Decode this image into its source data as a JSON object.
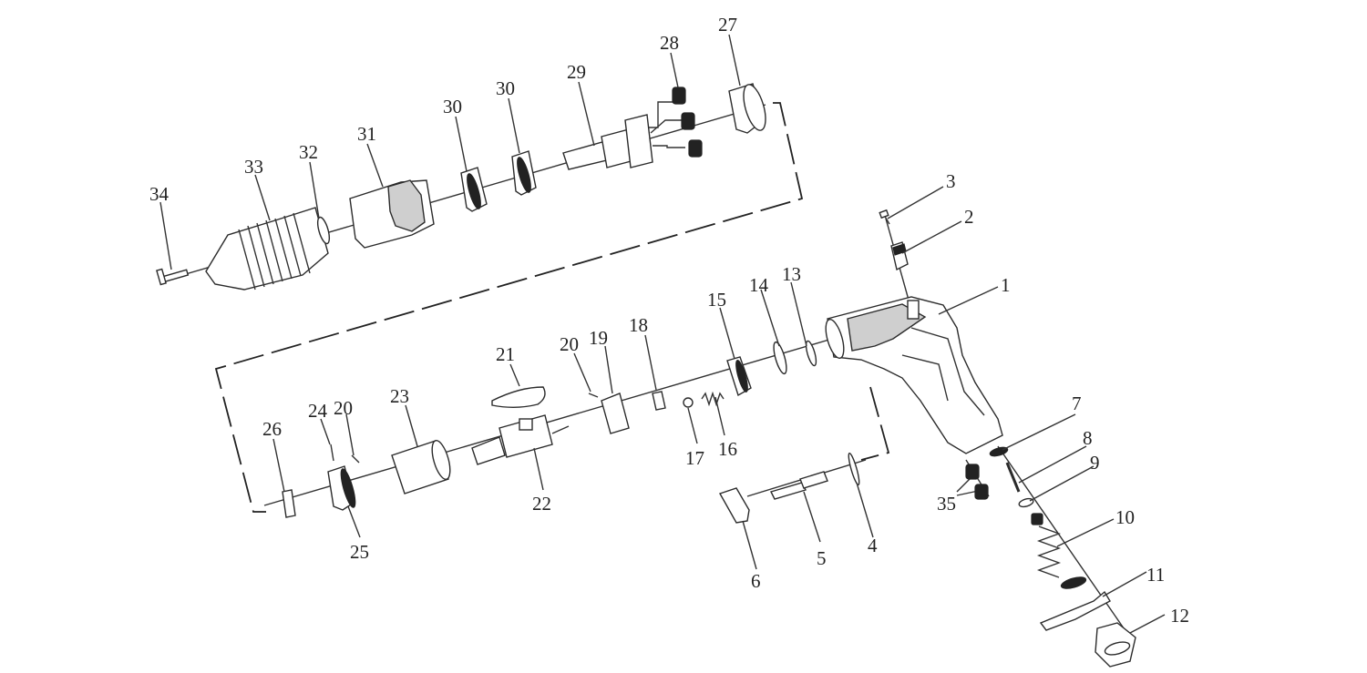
{
  "diagram": {
    "type": "exploded-parts-diagram",
    "callouts": [
      "1",
      "2",
      "3",
      "4",
      "5",
      "6",
      "7",
      "8",
      "9",
      "10",
      "11",
      "12",
      "13",
      "14",
      "15",
      "16",
      "17",
      "18",
      "19",
      "20",
      "20",
      "21",
      "22",
      "23",
      "24",
      "25",
      "26",
      "27",
      "28",
      "29",
      "30",
      "30",
      "31",
      "32",
      "33",
      "34",
      "35"
    ]
  },
  "colors": {
    "line": "#2b2b2b",
    "label": "#222222",
    "background": "#ffffff"
  }
}
